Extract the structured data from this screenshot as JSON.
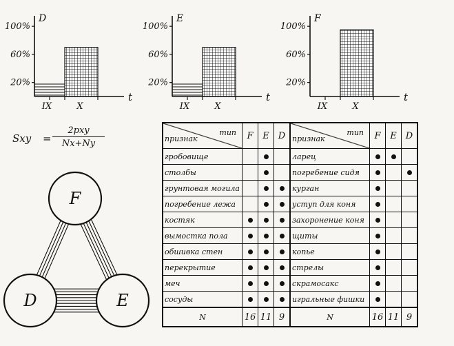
{
  "plots": [
    {
      "letter": "D",
      "y_ticks": [
        "100%",
        "60%",
        "20%"
      ],
      "x_labels": [
        "IX",
        "X"
      ],
      "t_label": "t",
      "ix_level": 0.2,
      "x_level": 0.7
    },
    {
      "letter": "E",
      "y_ticks": [
        "100%",
        "60%",
        "20%"
      ],
      "x_labels": [
        "IX",
        "X"
      ],
      "t_label": "t",
      "ix_level": 0.2,
      "x_level": 0.7
    },
    {
      "letter": "F",
      "y_ticks": [
        "100%",
        "60%",
        "20%"
      ],
      "x_labels": [
        "IX",
        "X"
      ],
      "t_label": "t",
      "ix_level": 0,
      "x_level": 0.95
    }
  ],
  "formula": {
    "lhs": "Sxy",
    "eq": "=",
    "numerator": "2pxy",
    "denominator": "Nx+Ny"
  },
  "graph": {
    "nodes": [
      {
        "label": "F",
        "name": "node-f"
      },
      {
        "label": "D",
        "name": "node-d"
      },
      {
        "label": "E",
        "name": "node-e"
      }
    ],
    "edges": [
      {
        "a": "D",
        "b": "F",
        "lines": 4
      },
      {
        "a": "F",
        "b": "E",
        "lines": 5
      },
      {
        "a": "D",
        "b": "E",
        "lines": 9
      }
    ]
  },
  "table": {
    "header": {
      "type_label": "тип",
      "feature_label": "признак",
      "cols": [
        "F",
        "E",
        "D"
      ]
    },
    "left": [
      {
        "feature": "гробовище",
        "F": false,
        "E": true,
        "D": false
      },
      {
        "feature": "столбы",
        "F": false,
        "E": true,
        "D": false
      },
      {
        "feature": "грунтовая могила",
        "F": false,
        "E": true,
        "D": true
      },
      {
        "feature": "погребение лежа",
        "F": false,
        "E": true,
        "D": true
      },
      {
        "feature": "костяк",
        "F": true,
        "E": true,
        "D": true
      },
      {
        "feature": "вымостка пола",
        "F": true,
        "E": true,
        "D": true
      },
      {
        "feature": "обшивка стен",
        "F": true,
        "E": true,
        "D": true
      },
      {
        "feature": "перекрытие",
        "F": true,
        "E": true,
        "D": true
      },
      {
        "feature": "меч",
        "F": true,
        "E": true,
        "D": true
      },
      {
        "feature": "сосуды",
        "F": true,
        "E": true,
        "D": true
      }
    ],
    "right": [
      {
        "feature": "ларец",
        "F": true,
        "E": true,
        "D": false
      },
      {
        "feature": "погребение сидя",
        "F": true,
        "E": false,
        "D": true
      },
      {
        "feature": "курган",
        "F": true,
        "E": false,
        "D": false
      },
      {
        "feature": "уступ для коня",
        "F": true,
        "E": false,
        "D": false
      },
      {
        "feature": "захоронение коня",
        "F": true,
        "E": false,
        "D": false
      },
      {
        "feature": "щиты",
        "F": true,
        "E": false,
        "D": false
      },
      {
        "feature": "копье",
        "F": true,
        "E": false,
        "D": false
      },
      {
        "feature": "стрелы",
        "F": true,
        "E": false,
        "D": false
      },
      {
        "feature": "скрамосакс",
        "F": true,
        "E": false,
        "D": false
      },
      {
        "feature": "игральные фишки",
        "F": true,
        "E": false,
        "D": false
      }
    ],
    "totals_label": "N",
    "totals_left": [
      "16",
      "11",
      "9"
    ],
    "totals_right": [
      "16",
      "11",
      "9"
    ]
  }
}
